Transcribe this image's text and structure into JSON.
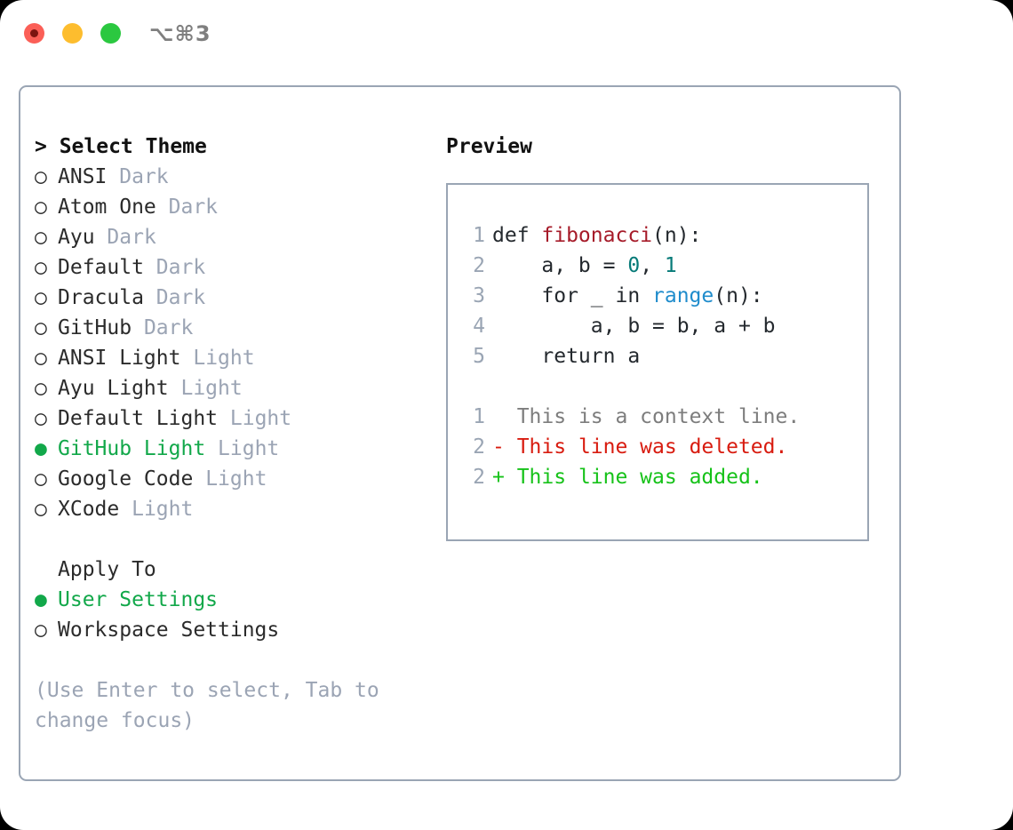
{
  "window": {
    "traffic_lights": [
      "close",
      "minimize",
      "maximize"
    ],
    "shortcut": "⌥⌘3",
    "colors": {
      "close": "#fb5f57",
      "minimize": "#fdbd2e",
      "maximize": "#2bc840",
      "panel_border": "#9aa5b4",
      "accent_green": "#12a84a",
      "muted": "#9ba4b4"
    }
  },
  "theme_picker": {
    "header": "> Select Theme",
    "items": [
      {
        "bullet": "○",
        "name": "ANSI",
        "tag": "Dark",
        "selected": false
      },
      {
        "bullet": "○",
        "name": "Atom One",
        "tag": "Dark",
        "selected": false
      },
      {
        "bullet": "○",
        "name": "Ayu",
        "tag": "Dark",
        "selected": false
      },
      {
        "bullet": "○",
        "name": "Default",
        "tag": "Dark",
        "selected": false
      },
      {
        "bullet": "○",
        "name": "Dracula",
        "tag": "Dark",
        "selected": false
      },
      {
        "bullet": "○",
        "name": "GitHub",
        "tag": "Dark",
        "selected": false
      },
      {
        "bullet": "○",
        "name": "ANSI Light",
        "tag": "Light",
        "selected": false
      },
      {
        "bullet": "○",
        "name": "Ayu Light",
        "tag": "Light",
        "selected": false
      },
      {
        "bullet": "○",
        "name": "Default Light",
        "tag": "Light",
        "selected": false
      },
      {
        "bullet": "●",
        "name": "GitHub Light",
        "tag": "Light",
        "selected": true
      },
      {
        "bullet": "○",
        "name": "Google Code",
        "tag": "Light",
        "selected": false
      },
      {
        "bullet": "○",
        "name": "XCode",
        "tag": "Light",
        "selected": false
      }
    ]
  },
  "apply_to": {
    "header": "Apply To",
    "options": [
      {
        "bullet": "●",
        "label": "User Settings",
        "selected": true
      },
      {
        "bullet": "○",
        "label": "Workspace Settings",
        "selected": false
      }
    ]
  },
  "help_text": "(Use Enter to select, Tab to change focus)",
  "preview": {
    "title": "Preview",
    "code_lines": [
      {
        "no": "1",
        "tokens": [
          {
            "t": "def ",
            "c": "plain"
          },
          {
            "t": "fibonacci",
            "c": "fn"
          },
          {
            "t": "(n):",
            "c": "plain"
          }
        ]
      },
      {
        "no": "2",
        "tokens": [
          {
            "t": "    a, b = ",
            "c": "plain"
          },
          {
            "t": "0",
            "c": "num"
          },
          {
            "t": ", ",
            "c": "plain"
          },
          {
            "t": "1",
            "c": "num"
          }
        ]
      },
      {
        "no": "3",
        "tokens": [
          {
            "t": "    for _ in ",
            "c": "plain"
          },
          {
            "t": "range",
            "c": "builtin"
          },
          {
            "t": "(n):",
            "c": "plain"
          }
        ]
      },
      {
        "no": "4",
        "tokens": [
          {
            "t": "        a, b = b, a + b",
            "c": "plain"
          }
        ]
      },
      {
        "no": "5",
        "tokens": [
          {
            "t": "    return a",
            "c": "plain"
          }
        ]
      }
    ],
    "diff_lines": [
      {
        "no": "1",
        "marker": "  ",
        "text": "This is a context line.",
        "kind": "ctx"
      },
      {
        "no": "2",
        "marker": "- ",
        "text": "This line was deleted.",
        "kind": "del"
      },
      {
        "no": "2",
        "marker": "+ ",
        "text": "This line was added.",
        "kind": "add"
      }
    ]
  }
}
